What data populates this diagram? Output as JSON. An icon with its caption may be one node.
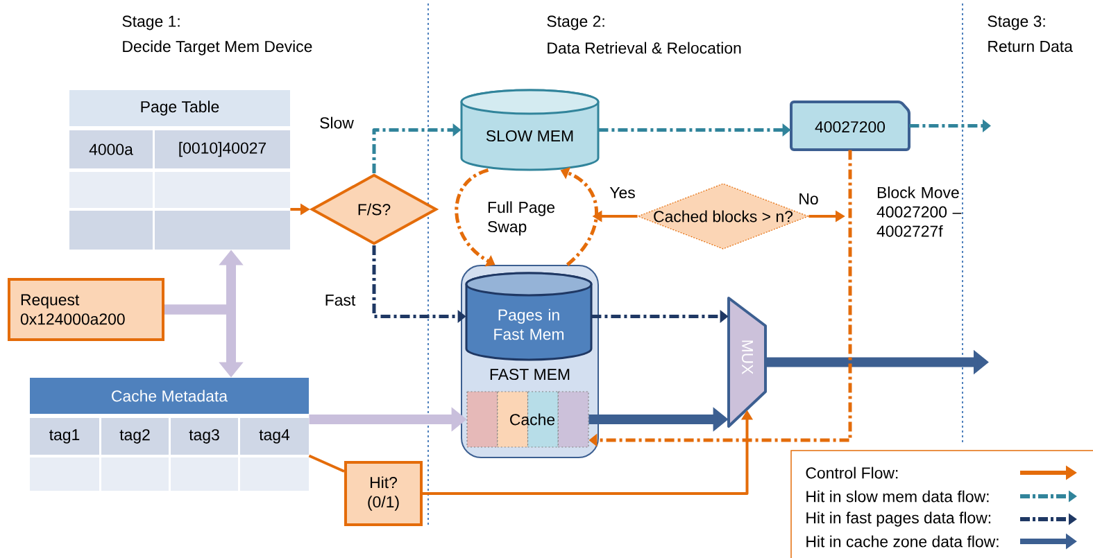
{
  "diagram": {
    "nodes": [
      {
        "text": [
          "Page Table",
          "4000a",
          "[0010]40027"
        ]
      },
      {
        "text": [
          "Request 0x124000a200"
        ]
      },
      {
        "text": [
          "Cache Metadata",
          "tag1",
          "tag2",
          "tag3",
          "tag4"
        ]
      },
      {
        "text": [
          "Hit? (0/1)"
        ]
      },
      {
        "text": [
          "F/S?"
        ]
      },
      {
        "text": [
          "SLOW MEM"
        ]
      },
      {
        "text": [
          "FAST MEM"
        ]
      },
      {
        "text": [
          "Pages in Fast Mem"
        ],
        "in": 6
      },
      {
        "text": [
          "Cache"
        ],
        "in": 6
      },
      {
        "text": [
          "Full Page Swap"
        ]
      },
      {
        "text": [
          "Cached blocks > n?"
        ]
      },
      {
        "text": [
          "40027200"
        ]
      },
      {
        "text": [
          "MUX"
        ]
      }
    ],
    "edges": [
      {
        "from": 1,
        "to": 0,
        "arrow": "to",
        "style": "thick",
        "color": "#c9bfdc"
      },
      {
        "from": 1,
        "to": 2,
        "arrow": "to",
        "style": "thick",
        "color": "#c9bfdc"
      },
      {
        "from": 0,
        "to": 4,
        "arrow": "to"
      },
      {
        "from": 4,
        "to": 5,
        "arrow": "to",
        "label": "Slow",
        "style": "dashed",
        "color": "#31849b"
      },
      {
        "from": 4,
        "to": 7,
        "arrow": "to",
        "label": "Fast",
        "style": "dashed",
        "color": "#1f3864"
      },
      {
        "from": 5,
        "to": 11,
        "arrow": "to",
        "style": "dashed",
        "color": "#31849b"
      },
      {
        "from": 11,
        "to": null,
        "arrow": "to",
        "style": "dashed",
        "color": "#31849b"
      },
      {
        "from": 7,
        "to": 12,
        "arrow": "to",
        "style": "dashed",
        "color": "#1f3864"
      },
      {
        "from": 8,
        "to": 12,
        "arrow": "to",
        "style": "thick",
        "color": "#3c5f91"
      },
      {
        "from": 12,
        "to": null,
        "arrow": "to",
        "style": "thick",
        "color": "#3c5f91"
      },
      {
        "from": 2,
        "to": 8,
        "arrow": "to",
        "style": "thick",
        "color": "#c9bfdc"
      },
      {
        "from": 2,
        "to": 3,
        "arrow": "none"
      },
      {
        "from": 3,
        "to": 12,
        "arrow": "to"
      },
      {
        "from": 10,
        "to": 9,
        "arrow": "to",
        "label": "Yes"
      },
      {
        "from": 10,
        "to": null,
        "arrow": "to",
        "label": "No"
      },
      {
        "from": 11,
        "to": 8,
        "arrow": "to",
        "label": "Block Move 40027200 – 4002727f",
        "style": "dashed"
      },
      {
        "from": 5,
        "to": 6,
        "arrow": "to",
        "style": "dashed"
      },
      {
        "from": 6,
        "to": 5,
        "arrow": "to",
        "style": "dashed"
      }
    ],
    "labels": [
      "Stage 1:",
      "Decide Target Mem Device",
      "Stage 2:",
      "Data Retrieval & Relocation",
      "Stage 3:",
      "Return Data"
    ],
    "legend": [
      {
        "text": "Control Flow:"
      },
      {
        "text": "Hit in slow mem data flow:"
      },
      {
        "text": "Hit in fast pages data flow:"
      },
      {
        "text": "Hit in cache zone data flow:"
      }
    ]
  }
}
